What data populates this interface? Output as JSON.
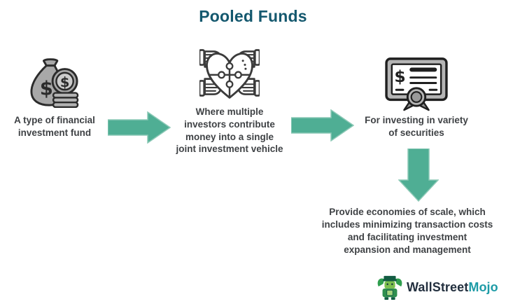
{
  "title": "Pooled Funds",
  "colors": {
    "title": "#14586e",
    "body_text": "#3f4245",
    "arrow_fill": "#4fae94",
    "arrow_border": "#8cc9b6",
    "icon_stroke": "#2f2f2f",
    "icon_gray": "#a8a8a8",
    "logo_primary": "#23303f",
    "logo_secondary": "#1d9ba6"
  },
  "steps": [
    {
      "icon": "money-bag-icon",
      "lines": [
        "A type of financial",
        "investment fund"
      ]
    },
    {
      "icon": "hands-puzzle-icon",
      "lines": [
        "Where multiple",
        "investors contribute",
        "money into a single",
        "joint investment vehicle"
      ]
    },
    {
      "icon": "certificate-icon",
      "lines": [
        "For investing in variety",
        "of securities"
      ]
    }
  ],
  "result": {
    "lines": [
      "Provide economies of scale, which",
      "includes minimizing transaction costs",
      "and facilitating investment",
      "expansion and management"
    ]
  },
  "logo": {
    "brand_primary": "WallStreet",
    "brand_secondary": "Mojo",
    "icon": "wallstreetmojo-bull-icon"
  }
}
